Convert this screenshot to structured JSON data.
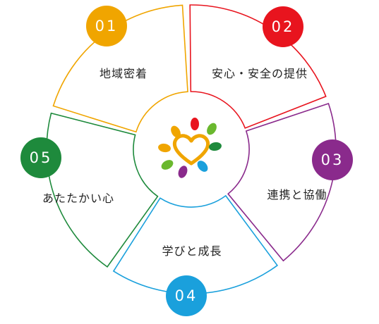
{
  "segments": [
    {
      "num": "01",
      "label": "地域密着",
      "color": "#f0a500"
    },
    {
      "num": "02",
      "label": "安心・安全の提供",
      "color": "#e8141e"
    },
    {
      "num": "03",
      "label": "連携と協働",
      "color": "#8a2a8c"
    },
    {
      "num": "04",
      "label": "学びと成長",
      "color": "#1aa0dc"
    },
    {
      "num": "05",
      "label": "あたたかい心",
      "color": "#1e8a3c"
    }
  ],
  "center_logo": {
    "heart_color": "#f0a500",
    "petal_colors": [
      "#f0a500",
      "#e8141e",
      "#6ab82e",
      "#1e8a3c",
      "#1aa0dc",
      "#8a2a8c",
      "#6ab82e",
      "#f0a500"
    ]
  }
}
